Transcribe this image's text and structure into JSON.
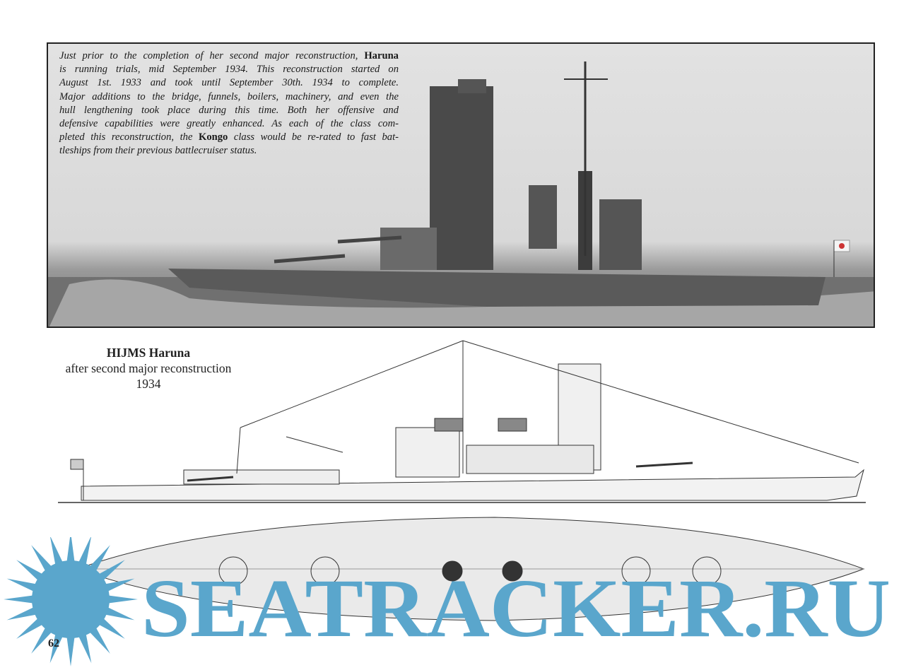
{
  "caption": {
    "line1_a": "Just prior to the completion of her second major reconstruction,",
    "line1_bold": "Haruna",
    "line2": "is running trials, mid September 1934. This reconstruction started on",
    "line3": "August 1st. 1933 and took until September 30th. 1934 to complete.",
    "line4": "Major additions to the bridge, funnels, boilers, machinery, and even the",
    "line5": "hull lengthening took place during this time. Both her offensive and",
    "line6": "defensive capabilities were greatly enhanced. As each of the class com-",
    "line7_a": "pleted this reconstruction, the",
    "line7_bold": "Kongo",
    "line7_b": "class would be re-rated to fast bat-",
    "line8": "tleships from their previous battlecruiser status."
  },
  "drawing_title": {
    "name": "HIJMS  Haruna",
    "subtitle": "after second major reconstruction",
    "year": "1934"
  },
  "watermark": "SEATRACKER.RU",
  "page_number": "62",
  "colors": {
    "watermark": "#5aa6cc"
  }
}
